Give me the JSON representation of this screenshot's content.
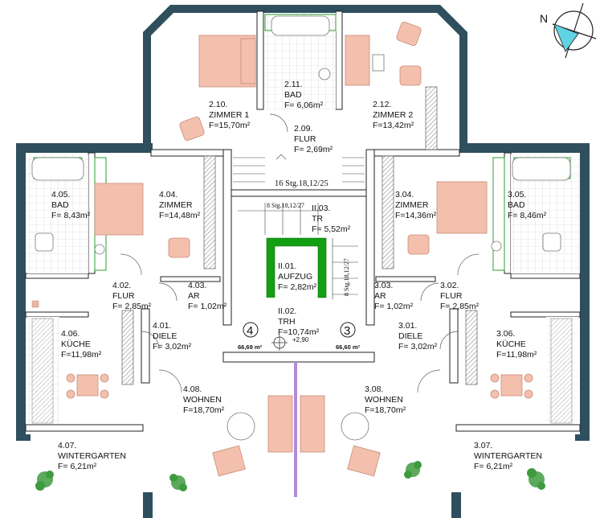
{
  "compass": {
    "label": "N"
  },
  "stairs": {
    "main": "16 Stg.18,12/25",
    "left": "8 Stg.18,12/27",
    "right": "8 Stg.18,12/27"
  },
  "units": [
    {
      "number": "4",
      "area": "66,69 m²"
    },
    {
      "number": "3",
      "area": "66,60 m²"
    }
  ],
  "level": "+2,90",
  "rooms": [
    {
      "id": "2.10.",
      "name": "ZIMMER 1",
      "area": "F=15,70m²"
    },
    {
      "id": "2.11.",
      "name": "BAD",
      "area": "F= 6,06m²"
    },
    {
      "id": "2.12.",
      "name": "ZIMMER 2",
      "area": "F=13,42m²"
    },
    {
      "id": "2.09.",
      "name": "FLUR",
      "area": "F= 2,69m²"
    },
    {
      "id": "4.05.",
      "name": "BAD",
      "area": "F= 8,43m²"
    },
    {
      "id": "4.04.",
      "name": "ZIMMER",
      "area": "F=14,48m²"
    },
    {
      "id": "II.03.",
      "name": "TR",
      "area": "F= 5,52m²"
    },
    {
      "id": "3.04.",
      "name": "ZIMMER",
      "area": "F=14,36m²"
    },
    {
      "id": "3.05.",
      "name": "BAD",
      "area": "F= 8,46m²"
    },
    {
      "id": "II.01.",
      "name": "AUFZUG",
      "area": "F= 2,82m²"
    },
    {
      "id": "4.02.",
      "name": "FLUR",
      "area": "F= 2,85m²"
    },
    {
      "id": "4.03.",
      "name": "AR",
      "area": "F= 1,02m²"
    },
    {
      "id": "3.03.",
      "name": "AR",
      "area": "F= 1,02m²"
    },
    {
      "id": "3.02.",
      "name": "FLUR",
      "area": "F= 2,85m²"
    },
    {
      "id": "II.02.",
      "name": "TRH",
      "area": "F=10,74m²"
    },
    {
      "id": "4.06.",
      "name": "KÜCHE",
      "area": "F=11,98m²"
    },
    {
      "id": "4.01.",
      "name": "DIELE",
      "area": "F= 3,02m²"
    },
    {
      "id": "3.01.",
      "name": "DIELE",
      "area": "F= 3,02m²"
    },
    {
      "id": "3.06.",
      "name": "KÜCHE",
      "area": "F=11,98m²"
    },
    {
      "id": "4.08.",
      "name": "WOHNEN",
      "area": "F=18,70m²"
    },
    {
      "id": "3.08.",
      "name": "WOHNEN",
      "area": "F=18,70m²"
    },
    {
      "id": "4.07.",
      "name": "WINTERGARTEN",
      "area": "F= 6,21m²"
    },
    {
      "id": "3.07.",
      "name": "WINTERGARTEN",
      "area": "F= 6,21m²"
    }
  ]
}
